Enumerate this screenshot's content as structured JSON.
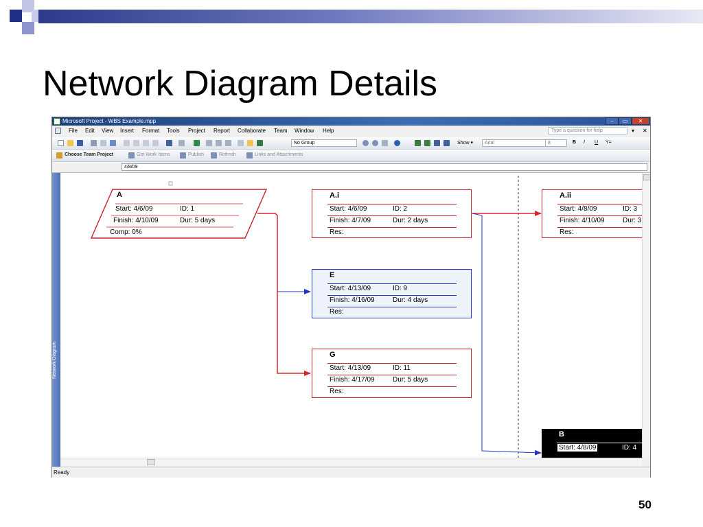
{
  "slide": {
    "title": "Network Diagram Details",
    "page_number": "50"
  },
  "window": {
    "title": "Microsoft Project - WBS Example.mpp",
    "controls": {
      "minimize": "–",
      "maximize": "▭",
      "close": "✕"
    }
  },
  "menu": {
    "items": [
      "File",
      "Edit",
      "View",
      "Insert",
      "Format",
      "Tools",
      "Project",
      "Report",
      "Collaborate",
      "Team",
      "Window",
      "Help"
    ],
    "ask_placeholder": "Type a question for help",
    "right_controls": [
      "▾",
      "✕"
    ]
  },
  "toolbar1": {
    "group_select": "No Group",
    "show_label": "Show ▾",
    "font_name": "Arial",
    "font_size": "8",
    "bold": "B",
    "italic": "I",
    "underline": "U",
    "filter": "Y="
  },
  "toolbar2": {
    "choose_team_project": "Choose Team Project",
    "get_work_items": "Get Work Items",
    "publish": "Publish",
    "refresh": "Refresh",
    "links_attachments": "Links and Attachments"
  },
  "entry_bar": {
    "value": "4/8/09"
  },
  "sidebar_label": "Network Diagram",
  "status": "Ready",
  "nodes": {
    "A": {
      "title": "A",
      "start": "Start:  4/6/09",
      "id": "ID:   1",
      "finish": "Finish: 4/10/09",
      "dur": "Dur: 5 days",
      "extra": "Comp: 0%"
    },
    "Ai": {
      "title": "A.i",
      "start": "Start:  4/6/09",
      "id": "ID:   2",
      "finish": "Finish: 4/7/09",
      "dur": "Dur: 2 days",
      "extra": "Res:"
    },
    "Aii": {
      "title": "A.ii",
      "start": "Start:  4/8/09",
      "id": "ID:   3",
      "finish": "Finish: 4/10/09",
      "dur": "Dur: 3",
      "extra": "Res:"
    },
    "E": {
      "title": "E",
      "start": "Start:  4/13/09",
      "id": "ID:   9",
      "finish": "Finish: 4/16/09",
      "dur": "Dur: 4 days",
      "extra": "Res:"
    },
    "G": {
      "title": "G",
      "start": "Start:  4/13/09",
      "id": "ID:   11",
      "finish": "Finish: 4/17/09",
      "dur": "Dur: 5 days",
      "extra": "Res:"
    },
    "B": {
      "title": "B",
      "start": "Start:  4/8/09",
      "id": "ID:  4"
    }
  },
  "colors": {
    "critical": "#d9262b",
    "noncritical": "#2434c8",
    "summary_border": "#c8222a"
  }
}
